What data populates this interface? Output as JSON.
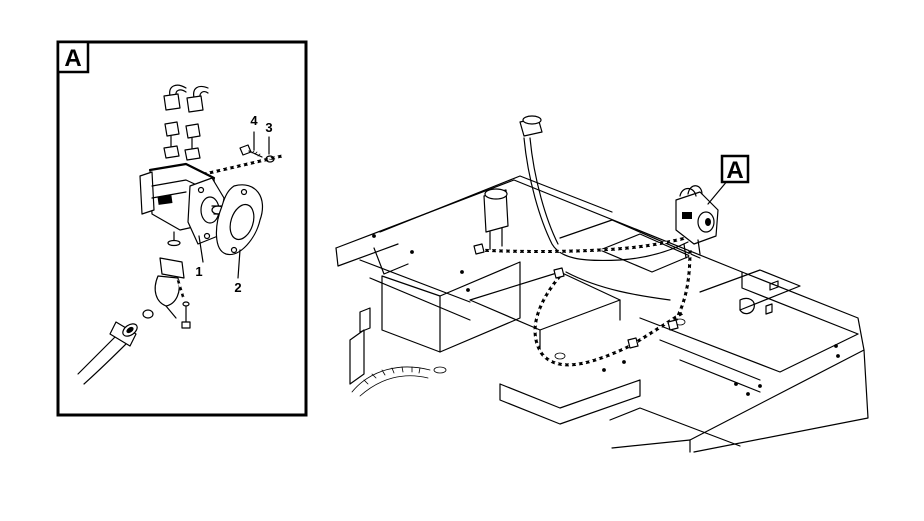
{
  "detail_view": {
    "label": "A",
    "callouts": [
      "1",
      "2",
      "3",
      "4"
    ]
  },
  "overview": {
    "detail_marker_label": "A"
  },
  "icons": [
    "pump-icon",
    "gasket-icon",
    "bolt-icon",
    "washer-icon",
    "hose-icon",
    "fitting-icon",
    "o-ring-icon",
    "frame-icon"
  ]
}
